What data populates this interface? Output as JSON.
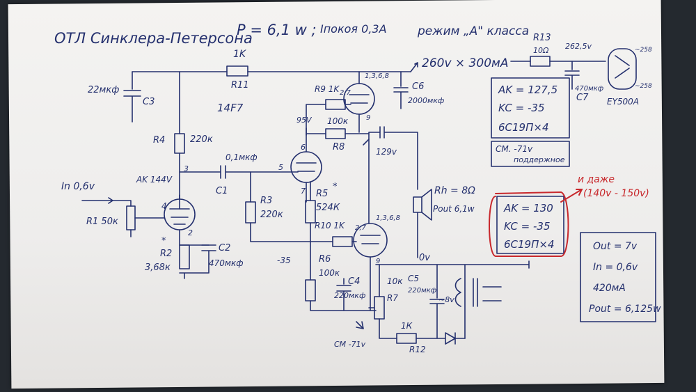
{
  "title": "ОТЛ Синклера-Петерсона",
  "power": "P = 6,1 w ;",
  "iquiescent": "Iпокоя 0,3А",
  "mode": "режим „А\" класса",
  "supply_voltage": "260v × 300мА",
  "tube_lbl": "14F7",
  "components": {
    "r11": "R11",
    "r11_val": "1K",
    "c3": "C3",
    "c3_val": "22мкф",
    "r4": "R4",
    "r4_val": "220к",
    "r91": "R9 1K",
    "r8": "R8",
    "r8_val": "100к",
    "c1": "C1",
    "c1_val": "0,1мкф",
    "r3": "R3",
    "r3_val": "220к",
    "r5": "R5",
    "r5_val": "524К",
    "r10": "R10 1K",
    "r6": "R6",
    "r6_val": "100к",
    "c4": "C4",
    "c4_val": "220мкф",
    "r7": "R7",
    "r7_val": "10к",
    "c5": "C5",
    "c5_val": "220мкф",
    "r12": "R12",
    "r12_val": "1К",
    "r1": "R1 50к",
    "r2": "R2",
    "r2_val": "3,68к",
    "c2": "C2",
    "c2_val": "470мкф",
    "c6": "C6",
    "c6_val": "2000мкф",
    "r13": "R13",
    "r13_val": "10Ω",
    "c7": "C7",
    "c7_val": "470мкф",
    "rect": "EY500A",
    "rh": "Rh = 8Ω",
    "pout": "Pout 6,1w"
  },
  "voltages": {
    "ak144": "AK 144V",
    "v95": "95V",
    "v129": "129v",
    "v2625": "262,5v",
    "v258a": "~258",
    "v258b": "~258",
    "minus35": "-35",
    "zero": "0v",
    "ac8": "~8v",
    "cm": "CM -71v",
    "in_lbl": "In 0,6v",
    "pins": [
      "1,3,6,8",
      "2,7",
      "9",
      "6",
      "5",
      "7",
      "3",
      "4",
      "2",
      "1,3,6,8",
      "2,7",
      "9",
      "*",
      "*"
    ]
  },
  "box1": {
    "ak": "AK = 127,5",
    "kc": "KC = -35",
    "tube": "6C19П×4"
  },
  "box2": {
    "cm": "CM. -71v",
    "sub": "поддержное"
  },
  "box3": {
    "ak": "AK = 130",
    "kc": "KC = -35",
    "tube": "6C19П×4"
  },
  "red_note": {
    "line1": "и даже",
    "line2": "(140v - 150v)"
  },
  "box4": {
    "out": "Out = 7v",
    "in": "In = 0,6v",
    "ma": "420мА",
    "pout": "Pout = 6,125w"
  }
}
